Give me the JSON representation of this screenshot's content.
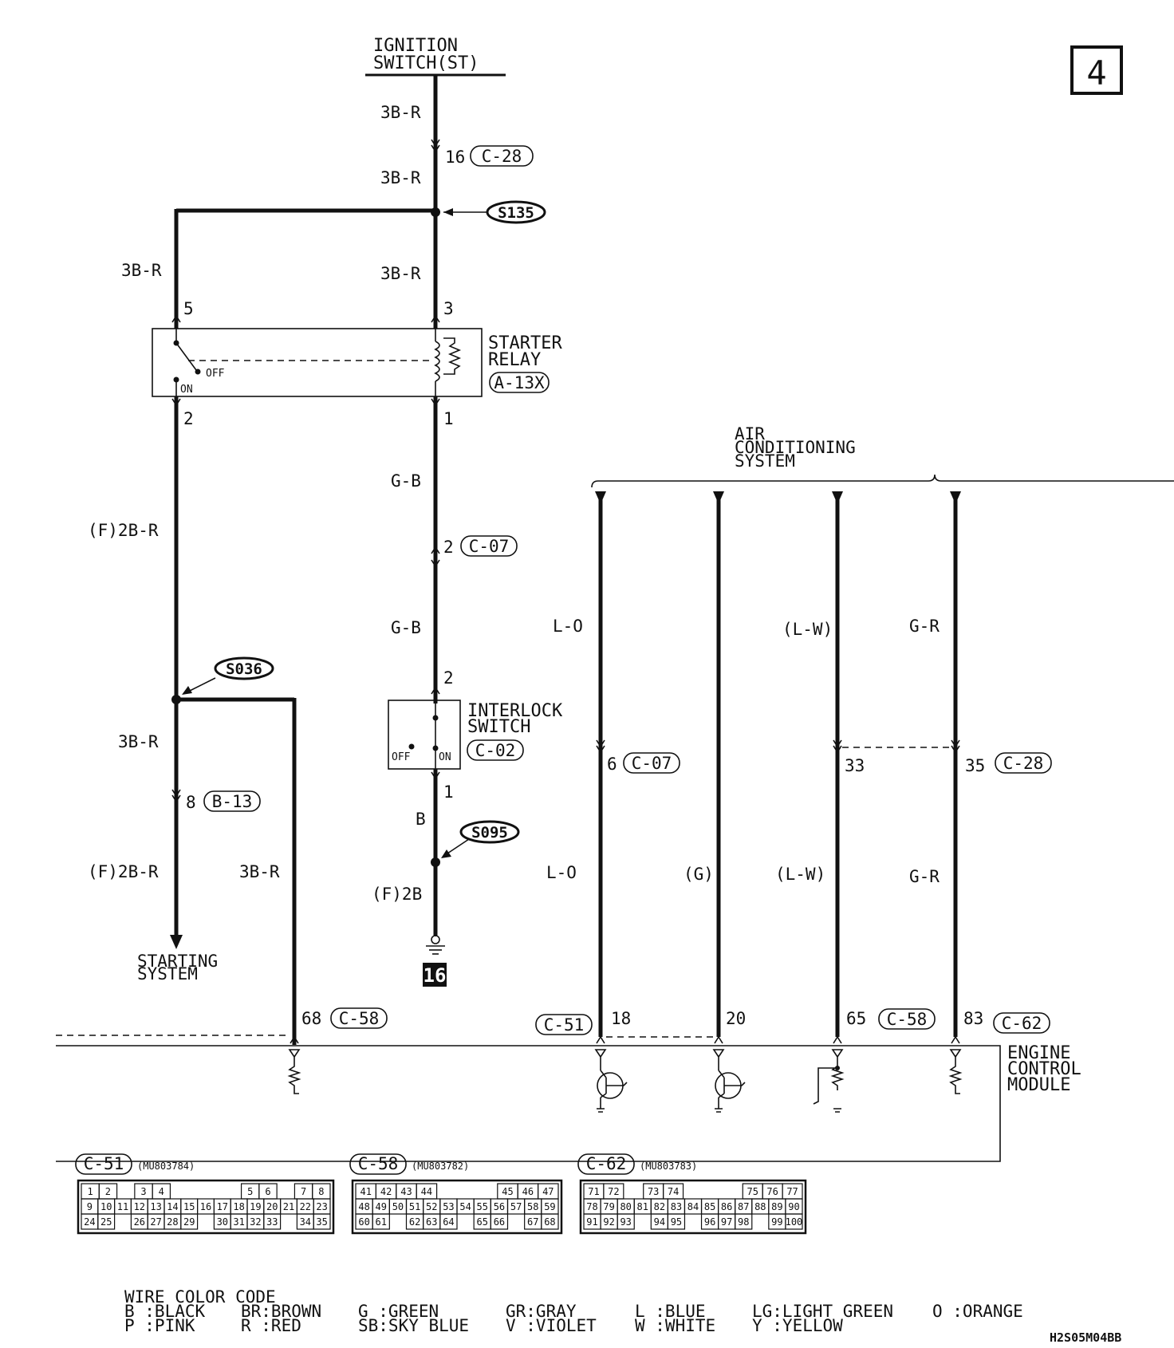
{
  "page": {
    "number": "4",
    "code": "H2S05M04BB"
  },
  "top": {
    "line1": "IGNITION",
    "line2": "SWITCH(ST)"
  },
  "wires": {
    "w1": "3B-R",
    "w2": "3B-R",
    "w3": "3B-R",
    "w4": "3B-R",
    "w5": "G-B",
    "w6": "G-B",
    "w7": "(F)2B-R",
    "w8": "3B-R",
    "w9": "(F)2B-R",
    "w10": "3B-R",
    "w11": "B",
    "w12": "(F)2B",
    "ac1": "L-O",
    "ac2": "(L-W)",
    "ac3": "G-R",
    "ac4": "L-O",
    "ac5": "(G)",
    "ac6": "(L-W)",
    "ac7": "G-R"
  },
  "pins": {
    "p16": "16",
    "p5": "5",
    "p3": "3",
    "p2": "2",
    "p1": "1",
    "p2b": "2",
    "p2c": "2",
    "p1b": "1",
    "p8": "8",
    "p6": "6",
    "p33": "33",
    "p35": "35",
    "p68": "68",
    "p18": "18",
    "p20": "20",
    "p65": "65",
    "p83": "83"
  },
  "connectors": {
    "c28a": "C-28",
    "c07a": "C-07",
    "c02": "C-02",
    "b13": "B-13",
    "c07b": "C-07",
    "c28b": "C-28",
    "c58a": "C-58",
    "c51": "C-51",
    "c58b": "C-58",
    "c62": "C-62",
    "a13x": "A-13X"
  },
  "splices": {
    "s135": "S135",
    "s036": "S036",
    "s095": "S095"
  },
  "components": {
    "relay_l1": "STARTER",
    "relay_l2": "RELAY",
    "off": "OFF",
    "on": "ON",
    "interlock_l1": "INTERLOCK",
    "interlock_l2": "SWITCH",
    "off2": "OFF",
    "on2": "ON",
    "starting_l1": "STARTING",
    "starting_l2": "SYSTEM",
    "ac_l1": "AIR",
    "ac_l2": "CONDITIONING",
    "ac_l3": "SYSTEM",
    "ecm_l1": "ENGINE",
    "ecm_l2": "CONTROL",
    "ecm_l3": "MODULE",
    "ground": "16"
  },
  "connector_views": [
    {
      "id": "C-51",
      "part": "(MU803784)",
      "rows": [
        [
          "1",
          "2",
          "",
          "3",
          "4",
          "",
          "",
          "",
          "",
          "5",
          "6",
          "",
          "7",
          "8"
        ],
        [
          "9",
          "10",
          "11",
          "12",
          "13",
          "14",
          "15",
          "16",
          "17",
          "18",
          "19",
          "20",
          "21",
          "22",
          "23"
        ],
        [
          "24",
          "25",
          "",
          "26",
          "27",
          "28",
          "29",
          "",
          "30",
          "31",
          "32",
          "33",
          "",
          "34",
          "35"
        ]
      ]
    },
    {
      "id": "C-58",
      "part": "(MU803782)",
      "rows": [
        [
          "41",
          "42",
          "43",
          "44",
          "",
          "",
          "",
          "45",
          "46",
          "47"
        ],
        [
          "48",
          "49",
          "50",
          "51",
          "52",
          "53",
          "54",
          "55",
          "56",
          "57",
          "58",
          "59"
        ],
        [
          "60",
          "61",
          "",
          "62",
          "63",
          "64",
          "",
          "65",
          "66",
          "",
          "67",
          "68"
        ]
      ]
    },
    {
      "id": "C-62",
      "part": "(MU803783)",
      "rows": [
        [
          "71",
          "72",
          "",
          "73",
          "74",
          "",
          "",
          "",
          "75",
          "76",
          "77"
        ],
        [
          "78",
          "79",
          "80",
          "81",
          "82",
          "83",
          "84",
          "85",
          "86",
          "87",
          "88",
          "89",
          "90"
        ],
        [
          "91",
          "92",
          "93",
          "",
          "94",
          "95",
          "",
          "96",
          "97",
          "98",
          "",
          "99",
          "100"
        ]
      ]
    }
  ],
  "legend": {
    "title": "WIRE COLOR CODE",
    "items": [
      "B :BLACK",
      "BR:BROWN",
      "G :GREEN",
      "GR:GRAY",
      "L :BLUE",
      "LG:LIGHT GREEN",
      "O :ORANGE",
      "P :PINK",
      "R :RED",
      "SB:SKY BLUE",
      "V :VIOLET",
      "W :WHITE",
      "Y :YELLOW"
    ]
  }
}
